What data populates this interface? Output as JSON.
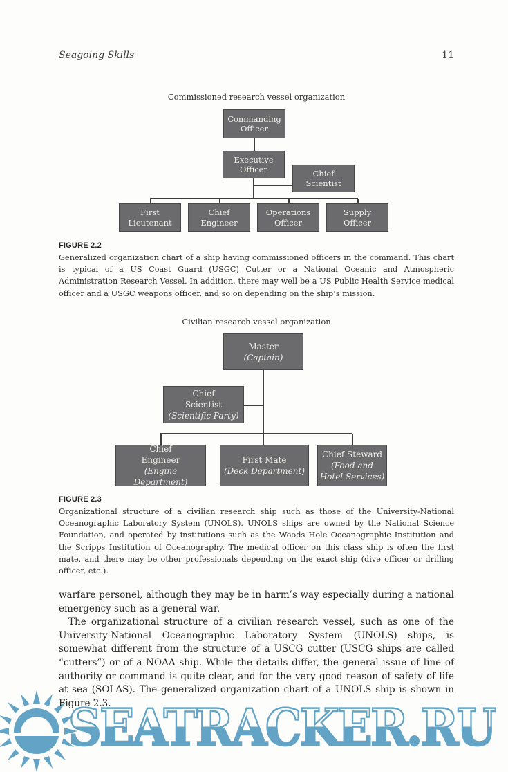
{
  "page": {
    "header_title": "Seagoing Skills",
    "page_number": "11"
  },
  "colors": {
    "node_fill": "#6b6b6e",
    "node_border": "#47474a",
    "node_text": "#efede7",
    "watermark_blue": "#64a5c9"
  },
  "figure_2_2": {
    "chart_title": "Commissioned research vessel organization",
    "label": "FIGURE 2.2",
    "caption": "Generalized organization chart of a ship having commissioned officers in the command. This chart is typical of a US Coast Guard (USGC) Cutter or a National Oceanic and Atmospheric Administration Research Vessel. In addition, there may well be a US Public Health Service medical officer and a USGC weapons officer, and so on depending on the ship’s mission.",
    "nodes": {
      "commanding_officer": {
        "label": "Commanding\nOfficer"
      },
      "executive_officer": {
        "label": "Executive\nOfficer"
      },
      "chief_scientist": {
        "label": "Chief\nScientist"
      },
      "first_lieutenant": {
        "label": "First\nLieutenant"
      },
      "chief_engineer": {
        "label": "Chief\nEngineer"
      },
      "operations_officer": {
        "label": "Operations\nOfficer"
      },
      "supply_officer": {
        "label": "Supply\nOfficer"
      }
    },
    "hierarchy": [
      "Commanding Officer > Executive Officer",
      "Executive Officer > Chief Scientist (staff, side link)",
      "Executive Officer > First Lieutenant",
      "Executive Officer > Chief Engineer",
      "Executive Officer > Operations Officer",
      "Executive Officer > Supply Officer"
    ]
  },
  "figure_2_3": {
    "chart_title": "Civilian research vessel organization",
    "label": "FIGURE 2.3",
    "caption": "Organizational structure of a civilian research ship such as those of the University-National Oceanographic Laboratory System (UNOLS). UNOLS ships are owned by the National Science Foundation, and operated by institutions such as the Woods Hole Oceanographic Institution and the Scripps Institution of Oceanography. The medical officer on this class ship is often the first mate, and there may be other professionals depending on the exact ship (dive officer or drilling officer, etc.).",
    "nodes": {
      "master": {
        "label": "Master",
        "sub": "(Captain)"
      },
      "chief_scientist": {
        "label": "Chief\nScientist",
        "sub": "(Scientific Party)"
      },
      "chief_engineer": {
        "label": "Chief\nEngineer",
        "sub": "(Engine Department)"
      },
      "first_mate": {
        "label": "First Mate",
        "sub": "(Deck Department)"
      },
      "chief_steward": {
        "label": "Chief Steward",
        "sub": "(Food and\nHotel Services)"
      }
    },
    "hierarchy": [
      "Master (Captain) > Chief Scientist (Scientific Party) (staff, side link)",
      "Master (Captain) > Chief Engineer (Engine Department)",
      "Master (Captain) > First Mate (Deck Department)",
      "Master (Captain) > Chief Steward (Food and Hotel Services)"
    ]
  },
  "body": {
    "paragraph_1": "warfare personel, although they may be in harm’s way especially during a national emergency such as a general war.",
    "paragraph_2": "The organizational structure of a civilian research vessel, such as one of the University-National Oceanographic Laboratory System (UNOLS) ships, is somewhat different from the structure of a USCG cutter (USCG ships are called “cutters”) or of a NOAA ship. While the details differ, the general issue of line of authority or command is quite clear, and for the very good reason of safety of life at sea (SOLAS). The generalized organization chart of a UNOLS ship is shown in Figure 2.3."
  },
  "watermark": {
    "text": "SEATRACKER.RU",
    "logo": "sun-icon"
  }
}
